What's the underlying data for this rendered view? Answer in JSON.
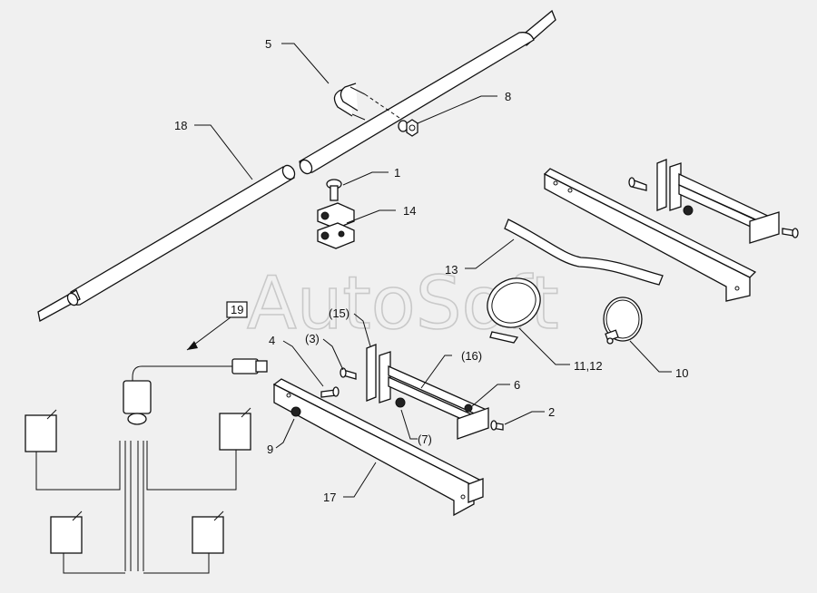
{
  "watermark": "AutoSoft",
  "callouts": {
    "c1": "1",
    "c2": "2",
    "c3": "(3)",
    "c4": "4",
    "c5": "5",
    "c6": "6",
    "c7": "(7)",
    "c8": "8",
    "c9": "9",
    "c10": "10",
    "c11_12": "11,12",
    "c13": "13",
    "c14": "14",
    "c15": "(15)",
    "c16": "(16)",
    "c17": "17",
    "c18": "18",
    "c19": "19"
  }
}
